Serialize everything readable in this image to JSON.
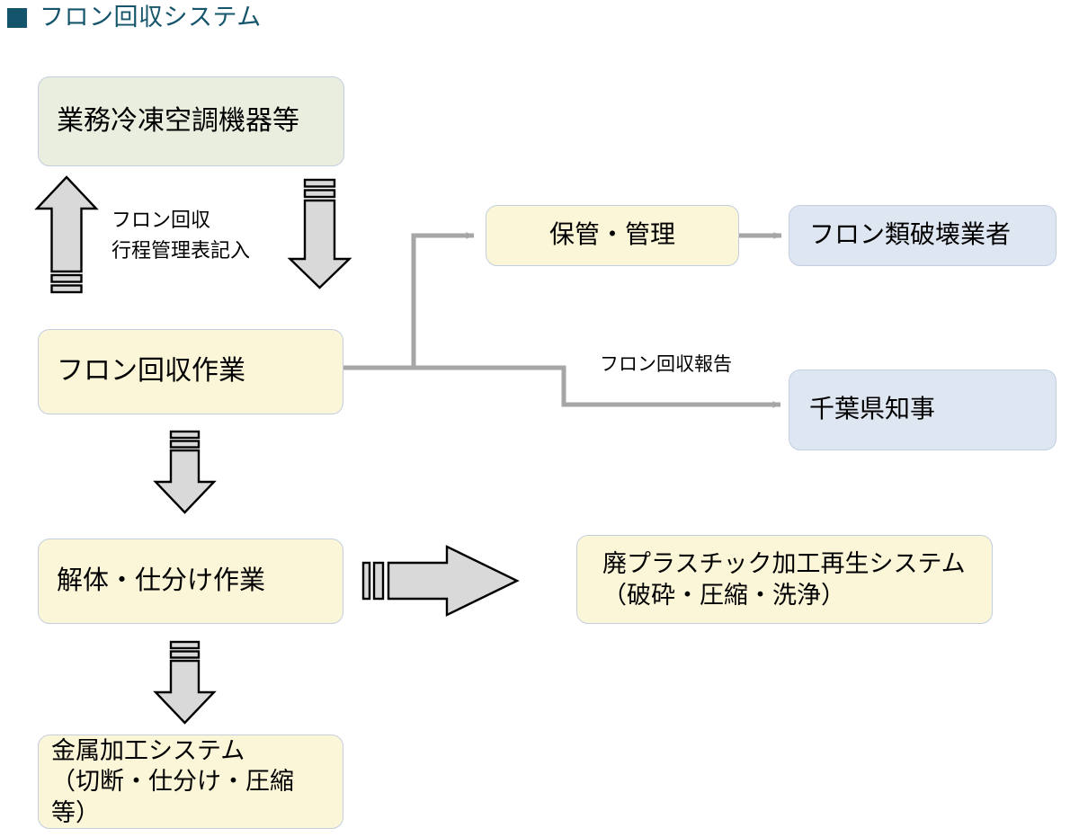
{
  "title": {
    "bullet_color": "#15556b",
    "text": "フロン回収システム",
    "text_color": "#15556b"
  },
  "palette": {
    "green_fill": "#e9eedf",
    "cream_fill": "#fbf6d8",
    "blue_fill": "#dee6f2",
    "box_border": "#c3cfe0",
    "connector_gray": "#a6a6a6",
    "block_arrow_fill": "#d9d9d9",
    "block_arrow_stroke": "#000000"
  },
  "nodes": {
    "equipment": {
      "label": "業務冷凍空調機器等",
      "type": "green"
    },
    "recovery_work": {
      "label": "フロン回収作業",
      "type": "cream"
    },
    "storage_management": {
      "label": "保管・管理",
      "type": "cream"
    },
    "destruction_operator": {
      "label": "フロン類破壊業者",
      "type": "blue"
    },
    "chiba_governor": {
      "label": "千葉県知事",
      "type": "blue"
    },
    "dismantle_sort": {
      "label": "解体・仕分け作業",
      "type": "cream"
    },
    "plastic_recycle": {
      "label": "廃プラスチック加工再生システム\n（破砕・圧縮・洗浄）",
      "type": "cream"
    },
    "metal_process": {
      "label": "金属加工システム\n（切断・仕分け・圧縮等）",
      "type": "cream"
    }
  },
  "annotations": {
    "recovery_note": "フロン回収\n行程管理表記入",
    "report_note": "フロン回収報告"
  },
  "arrows": {
    "up_striped": "striped-up-arrow",
    "down_striped_top": "striped-down-arrow",
    "down_striped_mid": "striped-down-arrow",
    "down_striped_bottom": "striped-down-arrow",
    "right_striped": "striped-right-arrow",
    "connector_to_storage": "connector-arrow",
    "connector_storage_to_operator": "connector-arrow",
    "connector_to_governor": "connector-arrow"
  }
}
